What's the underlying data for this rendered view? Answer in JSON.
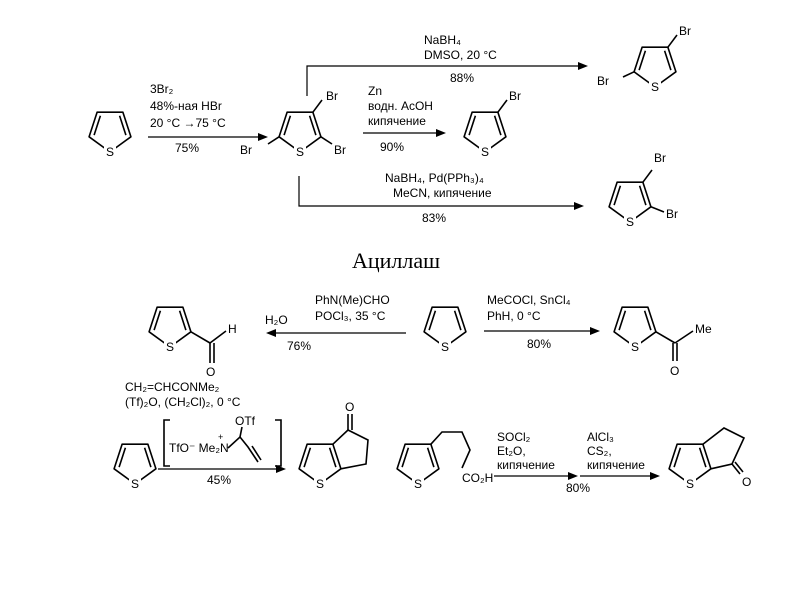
{
  "heading": "Ациллаш",
  "atoms": {
    "S": "S",
    "Br": "Br",
    "H": "H",
    "O": "O",
    "Me": "Me",
    "OTf": "OTf",
    "co2h": "CO₂H",
    "tfo_me2n": "TfO⁻ Me₂N"
  },
  "bromination": {
    "conditions": [
      "3Br₂",
      "48%-ная  HBr",
      "20 °C →75 °C"
    ],
    "yield": "75%"
  },
  "zn_reduction": {
    "conditions": [
      "Zn",
      "водн. AcOH",
      "кипячение"
    ],
    "yield": "90%"
  },
  "nabh4_dmso": {
    "conditions": [
      "NaBH₄",
      "DMSO, 20 °C"
    ],
    "yield": "88%"
  },
  "nabh4_pd": {
    "conditions": [
      "NaBH₄, Pd(PPh₃)₄",
      "MeCN, кипячение"
    ],
    "yield": "83%"
  },
  "vilsmeier": {
    "conditions": [
      "PhN(Me)CHO",
      "POCl₃, 35 °C"
    ],
    "water": "H₂O",
    "yield": "76%"
  },
  "friedel_crafts": {
    "conditions": [
      "MeCOCl, SnCl₄",
      "PhH, 0 °C"
    ],
    "yield": "80%"
  },
  "annulation": {
    "conditions": [
      "CH₂=CHCONMe₂",
      "(Tf)₂O, (CH₂Cl)₂, 0 °C"
    ],
    "yield": "45%"
  },
  "cyclization": {
    "step1": [
      "SOCl₂",
      "Et₂O,",
      "кипячение"
    ],
    "step2": [
      "AlCl₃",
      "CS₂,",
      "кипячение"
    ],
    "yield": "80%"
  }
}
